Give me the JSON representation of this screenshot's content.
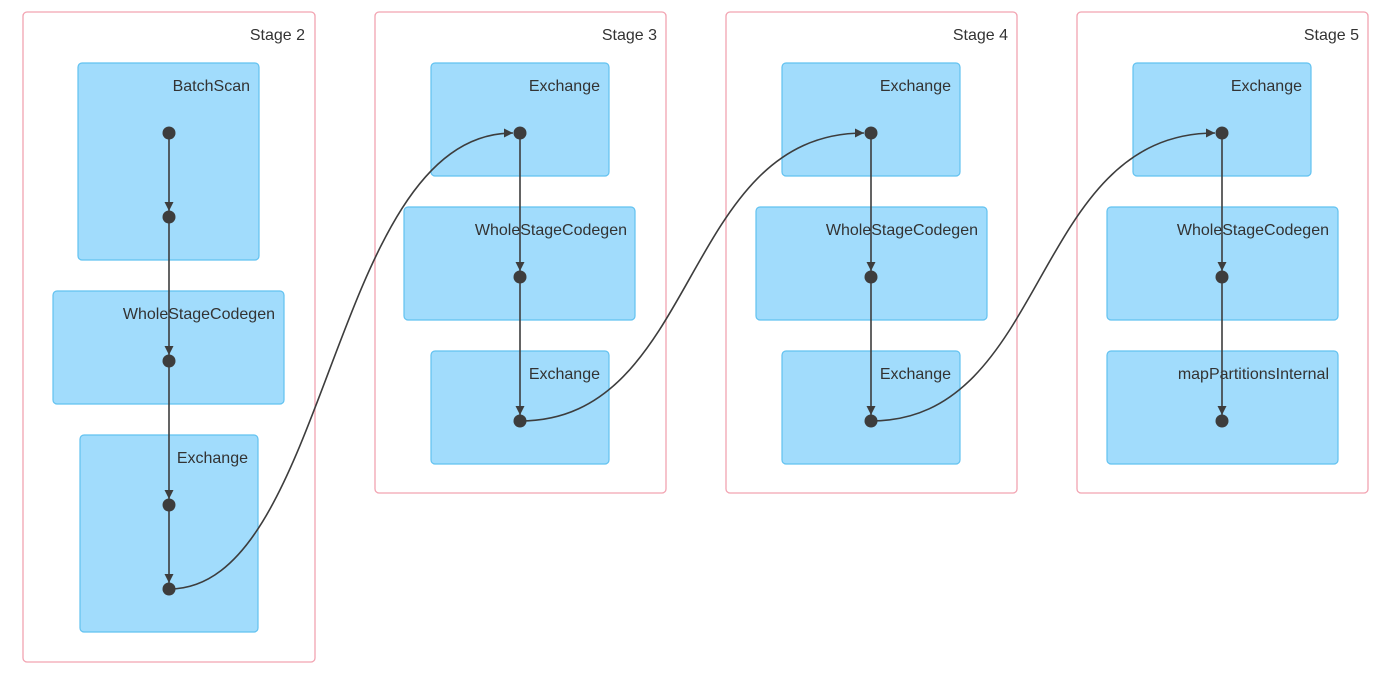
{
  "stages": [
    {
      "label": "Stage 2",
      "operators": [
        {
          "label": "BatchScan"
        },
        {
          "label": "WholeStageCodegen"
        },
        {
          "label": "Exchange"
        }
      ]
    },
    {
      "label": "Stage 3",
      "operators": [
        {
          "label": "Exchange"
        },
        {
          "label": "WholeStageCodegen"
        },
        {
          "label": "Exchange"
        }
      ]
    },
    {
      "label": "Stage 4",
      "operators": [
        {
          "label": "Exchange"
        },
        {
          "label": "WholeStageCodegen"
        },
        {
          "label": "Exchange"
        }
      ]
    },
    {
      "label": "Stage 5",
      "operators": [
        {
          "label": "Exchange"
        },
        {
          "label": "WholeStageCodegen"
        },
        {
          "label": "mapPartitionsInternal"
        }
      ]
    }
  ],
  "colors": {
    "stage_border": "#f2a3b1",
    "operator_fill": "#a1dcfc",
    "operator_border": "#62c2f0",
    "edge": "#3d3d3d"
  }
}
